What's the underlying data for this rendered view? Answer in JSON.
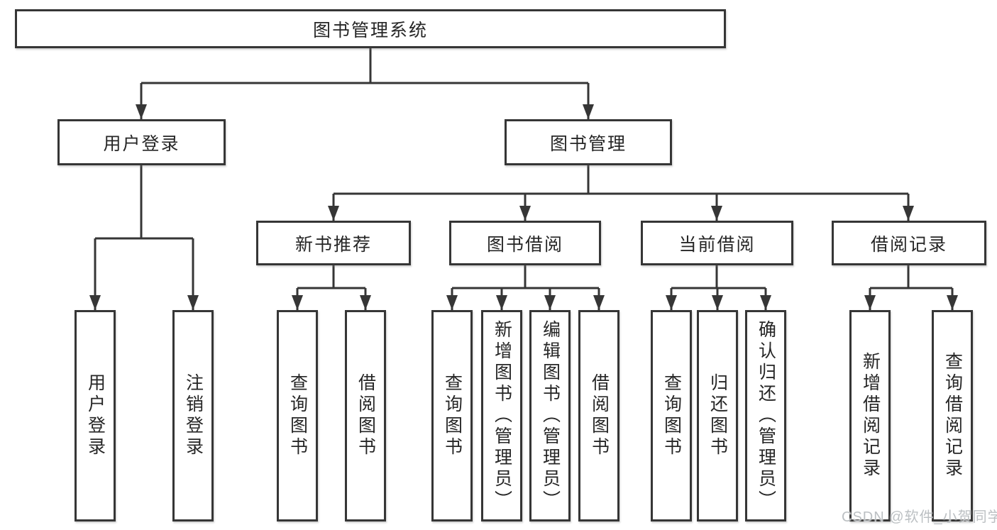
{
  "diagram_title": "图书管理系统",
  "tree": {
    "root": {
      "label": "图书管理系统"
    },
    "level2": [
      {
        "label": "用户登录"
      },
      {
        "label": "图书管理"
      }
    ],
    "user_login_leaves": [
      "用户登录",
      "注销登录"
    ],
    "groups": [
      {
        "label": "新书推荐",
        "leaves": [
          "查询图书",
          "借阅图书"
        ]
      },
      {
        "label": "图书借阅",
        "leaves": [
          "查询图书",
          "新增图书（管理员）",
          "编辑图书（管理员）",
          "借阅图书"
        ]
      },
      {
        "label": "当前借阅",
        "leaves": [
          "查询图书",
          "归还图书",
          "确认归还（管理员）"
        ]
      },
      {
        "label": "借阅记录",
        "leaves": [
          "新增借阅记录",
          "查询借阅记录"
        ]
      }
    ]
  },
  "watermark": {
    "text": "CSDN @软件_小贺同学"
  },
  "colors": {
    "line": "#363636",
    "box_border": "#363636",
    "box_fill": "#ffffff",
    "text": "#262626",
    "watermark": "#bcc0c3"
  }
}
